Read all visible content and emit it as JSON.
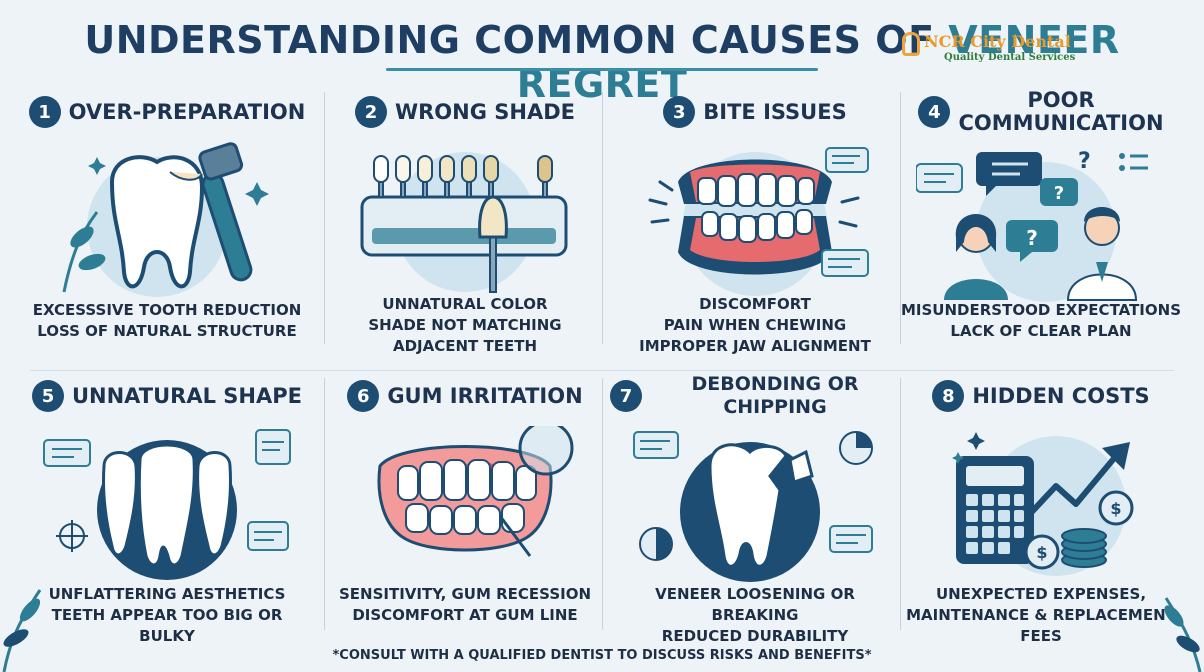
{
  "header": {
    "title_main": "UNDERSTANDING COMMON CAUSES OF ",
    "title_accent": "VENEER REGRET",
    "brand_name": "NCR City Dental",
    "brand_tagline": "Quality Dental Services"
  },
  "colors": {
    "navy": "#1e4d73",
    "teal": "#2d7d94",
    "light_teal": "#cfe4ee",
    "background": "#eef3f7",
    "gum_red": "#e0464b"
  },
  "cards": [
    {
      "number": "1",
      "label": "OVER-PREPARATION",
      "icon": "drilled-tooth-icon",
      "lines": [
        "EXCESSSIVE TOOTH REDUCTION",
        "LOSS OF NATURAL STRUCTURE"
      ]
    },
    {
      "number": "2",
      "label": "WRONG SHADE",
      "icon": "shade-guide-icon",
      "lines": [
        "UNNATURAL COLOR",
        "SHADE NOT MATCHING",
        "ADJACENT TEETH"
      ]
    },
    {
      "number": "3",
      "label": "BITE ISSUES",
      "icon": "misaligned-bite-icon",
      "lines": [
        "DISCOMFORT",
        "PAIN WHEN CHEWING",
        "IMPROPER JAW ALIGNMENT"
      ]
    },
    {
      "number": "4",
      "label_line1": "POOR",
      "label_line2": "COMMUNICATION",
      "icon": "patient-dentist-chat-icon",
      "lines": [
        "MISUNDERSTOOD EXPECTATIONS",
        "LACK OF CLEAR PLAN"
      ]
    },
    {
      "number": "5",
      "label": "UNNATURAL SHAPE",
      "icon": "bulky-teeth-icon",
      "lines": [
        "UNFLATTERING AESTHETICS",
        "TEETH APPEAR TOO BIG OR BULKY"
      ]
    },
    {
      "number": "6",
      "label": "GUM IRRITATION",
      "icon": "inflamed-gums-icon",
      "lines": [
        "SENSITIVITY, GUM RECESSION",
        "DISCOMFORT AT GUM LINE"
      ]
    },
    {
      "number": "7",
      "label": "DEBONDING OR CHIPPING",
      "icon": "chipped-tooth-icon",
      "lines": [
        "VENEER LOOSENING OR BREAKING",
        "REDUCED DURABILITY"
      ]
    },
    {
      "number": "8",
      "label": "HIDDEN COSTS",
      "icon": "calculator-coins-icon",
      "lines": [
        "UNEXPECTED EXPENSES,",
        "MAINTENANCE & REPLACEMENT FEES"
      ]
    }
  ],
  "footer": {
    "disclaimer": "*CONSULT WITH A QUALIFIED DENTIST TO DISCUSS RISKS AND BENEFITS*"
  }
}
